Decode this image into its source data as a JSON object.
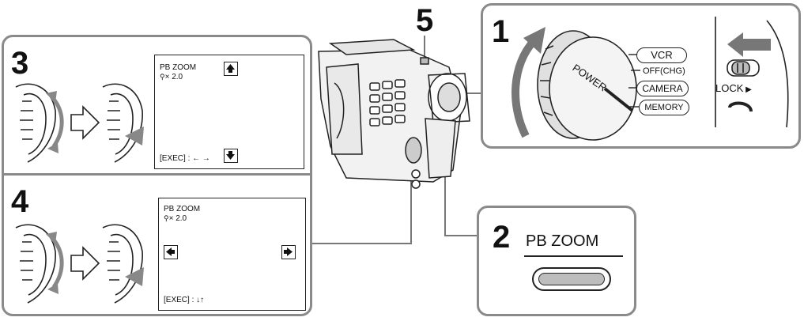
{
  "steps": {
    "s1": "1",
    "s2": "2",
    "s3": "3",
    "s4": "4",
    "s5": "5"
  },
  "screen3": {
    "title": "PB  ZOOM",
    "zoom_value": "× 2.0",
    "exec": "[EXEC] : ← →"
  },
  "screen4": {
    "title": "PB  ZOOM",
    "zoom_value": "× 2.0",
    "exec": "[EXEC] : ↓↑"
  },
  "power_dial": {
    "power_label": "POWER",
    "modes": [
      "VCR",
      "OFF(CHG)",
      "CAMERA",
      "MEMORY"
    ],
    "lock_label": "LOCK"
  },
  "pb_zoom_button": {
    "label": "PB ZOOM"
  },
  "icons": {
    "zoom": "magnifier-icon",
    "up": "arrow-up-icon",
    "down": "arrow-down-icon",
    "left": "arrow-left-icon",
    "right": "arrow-right-icon"
  }
}
